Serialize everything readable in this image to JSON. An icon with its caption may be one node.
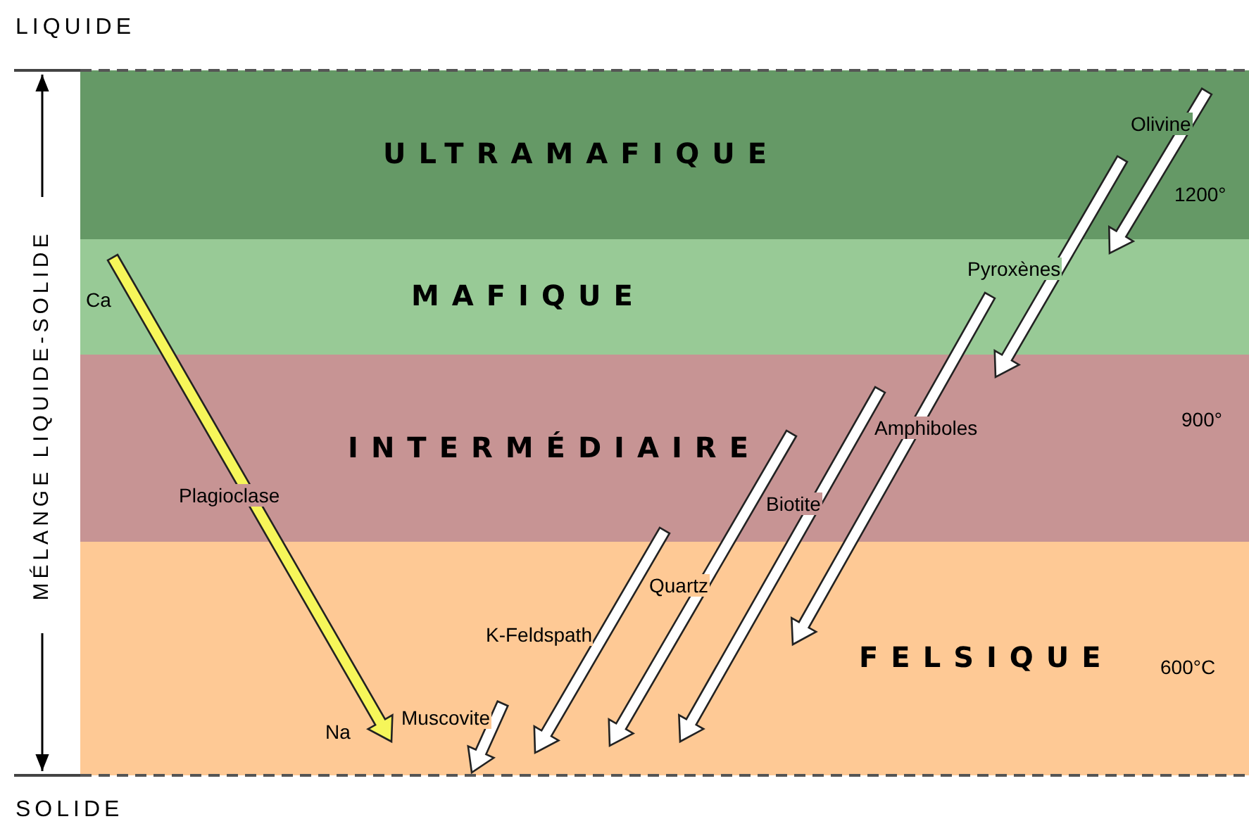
{
  "diagram": {
    "nodes": [
      {
        "text": [
          "ULTRAMAFIQUE"
        ]
      },
      {
        "text": [
          "MAFIQUE"
        ]
      },
      {
        "text": [
          "INTERMÉDIAIRE"
        ]
      },
      {
        "text": [
          "FELSIQUE"
        ]
      }
    ],
    "edges": [
      {
        "from": 1,
        "to": 3,
        "arrow": "to",
        "label": "Plagioclase",
        "color": "#f6f65a"
      },
      {
        "from": 0,
        "to": 1,
        "arrow": "to",
        "label": "Olivine"
      },
      {
        "from": 0,
        "to": 2,
        "arrow": "to",
        "label": "Pyroxènes"
      },
      {
        "from": 1,
        "to": 3,
        "arrow": "to",
        "label": "Amphiboles"
      },
      {
        "from": 2,
        "to": 3,
        "arrow": "to",
        "label": "Biotite"
      },
      {
        "from": 2,
        "to": 3,
        "arrow": "to",
        "label": "Quartz"
      },
      {
        "from": 2,
        "to": 3,
        "arrow": "to",
        "label": "K-Feldspath"
      }
    ],
    "labels": [
      "LIQUIDE",
      "MÉLANGE LIQUIDE-SOLIDE",
      "SOLIDE",
      "Ca",
      "Na",
      "1200°",
      "900°",
      "600°C",
      "Muscovite"
    ]
  }
}
